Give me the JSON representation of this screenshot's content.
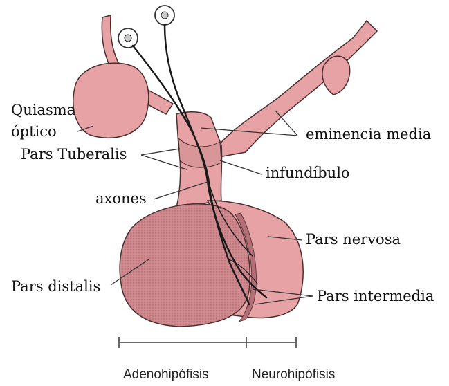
{
  "labels": {
    "quiasma": "Quiasma",
    "optico": "óptico",
    "pars_tuberalis": "Pars Tuberalis",
    "axones": "axones",
    "pars_distalis": "Pars distalis",
    "eminencia_media": "eminencia media",
    "infundibulo": "infundíbulo",
    "pars_nervosa": "Pars nervosa",
    "pars_intermedia": "Pars intermedia"
  },
  "scale": {
    "adenohipofisis": "Adenohipófisis",
    "neurohipofisis": "Neurohipófisis"
  },
  "colors": {
    "tissue_fill": "#e6a2a4",
    "tissue_light": "#f0c2c2",
    "distalis_fill": "#cf8a8f",
    "outline": "#4a2e2e",
    "axon": "#1a1a1a"
  }
}
